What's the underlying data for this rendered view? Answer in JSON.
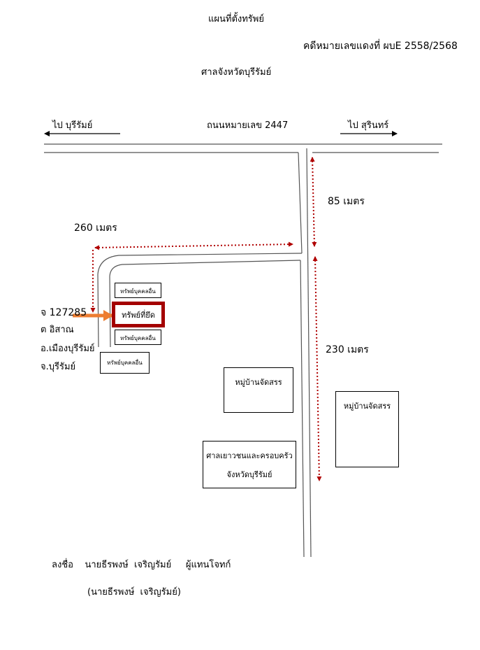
{
  "header": {
    "title": "แผนที่ตั้งทรัพย์",
    "case_number": "คดีหมายเลขแดงที่ ผบE 2558/2568",
    "court": "ศาลจังหวัดบุรีรัมย์"
  },
  "road": {
    "name": "ถนนหมายเลข 2447",
    "to_left": "ไป บุรีรัมย์",
    "to_right": "ไป สุรินทร์"
  },
  "distances": {
    "north": "85 เมตร",
    "west": "260 เมตร",
    "south": "230 เมตร"
  },
  "parcels": {
    "neighbor_top": "ทรัพย์บุคคลอื่น",
    "seized": "ทรัพย์ที่ยึด",
    "neighbor_bottom": "ทรัพย์บุคคลอื่น",
    "neighbor_left": "ทรัพย์บุคคลอื่น"
  },
  "address": {
    "deed": "จ 127285",
    "subdistrict": "ต อิสาณ",
    "district": "อ.เมืองบุรีรัมย์",
    "province": "จ.บุรีรัมย์"
  },
  "landmarks": {
    "village_1": "หมู่บ้านจัดสรร",
    "village_2": "หมู่บ้านจัดสรร",
    "family_court_line1": "ศาลเยาวชนและครอบครัว",
    "family_court_line2": "จังหวัดบุรีรัมย์"
  },
  "signature": {
    "line": "ลงชื่อ    นายธีรพงษ์  เจริญรัมย์     ผู้แทนโจทก์",
    "printed_name": "(นายธีรพงษ์  เจริญรัมย์)"
  },
  "colors": {
    "distance_marker": "#b00000",
    "seized_border": "#a40000",
    "pointer_arrow": "#ed7d31"
  }
}
